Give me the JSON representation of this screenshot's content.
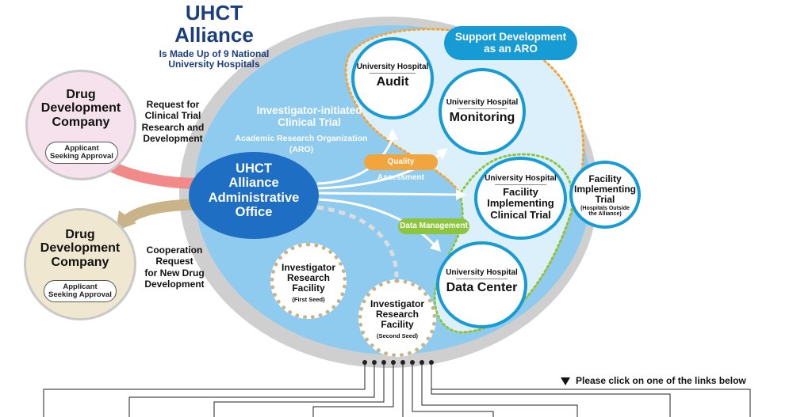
{
  "title": {
    "line1": "UHCT",
    "line2": "Alliance",
    "sub1": "Is Made Up of 9 National",
    "sub2": "University Hospitals"
  },
  "support": {
    "line1": "Support Development",
    "line2": "as an ARO"
  },
  "drug_company_top": {
    "l1": "Drug",
    "l2": "Development",
    "l3": "Company",
    "badge1": "Applicant",
    "badge2": "Seeking Approval"
  },
  "drug_company_bottom": {
    "l1": "Drug",
    "l2": "Development",
    "l3": "Company",
    "badge1": "Applicant",
    "badge2": "Seeking Approval"
  },
  "request_text": {
    "l1": "Request for",
    "l2": "Clinical Trial",
    "l3": "Research and",
    "l4": "Development"
  },
  "cooperation_text": {
    "l1": "Cooperation",
    "l2": "Request",
    "l3": "for New Drug",
    "l4": "Development"
  },
  "iict": {
    "l1": "Investigator-initiated",
    "l2": "Clinical Trial",
    "l3": "Academic Research Organization",
    "l4": "(ARO)"
  },
  "admin_office": {
    "l1": "UHCT",
    "l2": "Alliance",
    "l3": "Administrative",
    "l4": "Office"
  },
  "quality_assessment": "Quality Assessment",
  "data_management": "Data Management",
  "audit": {
    "hosp": "University Hospital",
    "name": "Audit"
  },
  "monitoring": {
    "hosp": "University Hospital",
    "name": "Monitoring"
  },
  "facility_trial": {
    "hosp": "University Hospital",
    "l1": "Facility",
    "l2": "Implementing",
    "l3": "Clinical Trial"
  },
  "data_center": {
    "hosp": "University Hospital",
    "name": "Data Center"
  },
  "outside_facility": {
    "l1": "Facility",
    "l2": "Implementing",
    "l3": "Trial",
    "l4": "(Hospitals Outside",
    "l5": "the Alliance)"
  },
  "seed1": {
    "l1": "Investigator",
    "l2": "Research",
    "l3": "Facility",
    "l4": "(First Seed)"
  },
  "seed2": {
    "l1": "Investigator",
    "l2": "Research",
    "l3": "Facility",
    "l4": "(Second Seed)"
  },
  "links_hint": "Please click on one of the links below",
  "colors": {
    "outer_gray": "#cfcfcf",
    "ellipse_blue": "#8fcbee",
    "navy": "#1b3e7e",
    "admin_blue": "#1e6fc3",
    "orange": "#f2a53c",
    "green": "#8cc63f",
    "pink": "#f28a8a",
    "tan": "#c9b48a",
    "ring_blue": "#169bd5"
  }
}
